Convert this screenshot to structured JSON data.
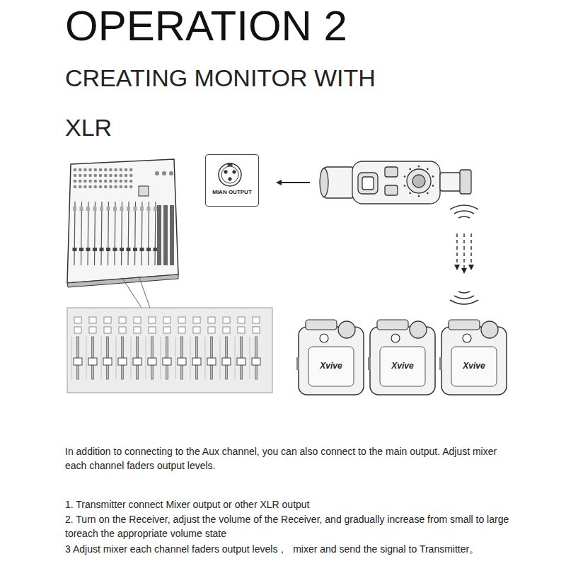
{
  "diagram": {
    "title": "OPERATION 2",
    "nodes": [
      {
        "text": [
          "MIAN OUTPUT"
        ]
      }
    ],
    "labels": [
      "CREATING MONITOR WITH",
      "XLR",
      "In addition to connecting to the Aux channel, you can also connect to the main output. Adjust mixer each channel faders output levels.",
      "1. Transmitter connect Mixer output or other XLR output",
      "2. Turn on the Receiver, adjust the volume of the Receiver, and gradually increase from small to large toreach the appropriate volume state",
      "3 Adjust mixer each channel faders output levels，  mixer and send the signal to Transmitter。",
      "Xvive",
      "Xvive",
      "Xvive"
    ]
  }
}
